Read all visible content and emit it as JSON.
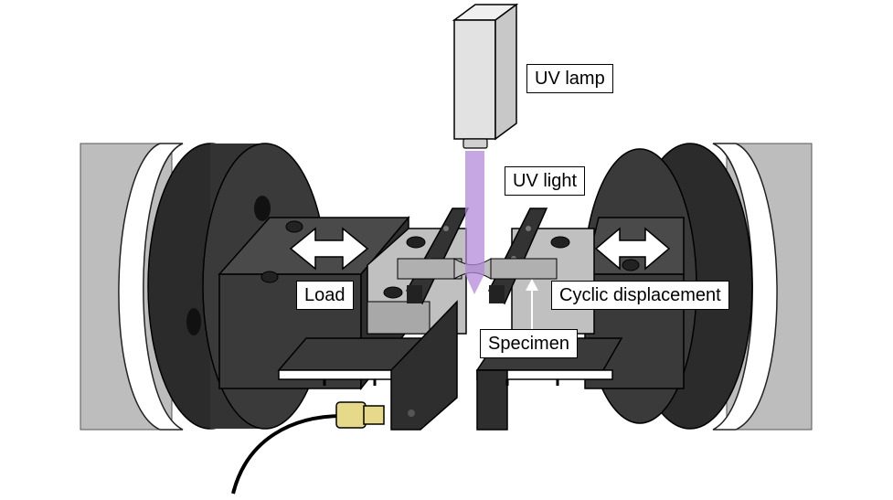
{
  "labels": {
    "uv_lamp": "UV lamp",
    "uv_light": "UV light",
    "load": "Load",
    "cyclic_displacement": "Cyclic displacement",
    "specimen": "Specimen"
  },
  "colors": {
    "uv_beam": "#b48ad9",
    "frame_gray": "#bdbdbd",
    "disc_dark": "#2b2b2b",
    "block_dark": "#3f3f3f",
    "block_light": "#c0c0c0",
    "lamp_body": "#e2e2e2",
    "connector_gold": "#e6d98a"
  },
  "icons": [
    "double-arrow-icon",
    "double-arrow-icon"
  ]
}
